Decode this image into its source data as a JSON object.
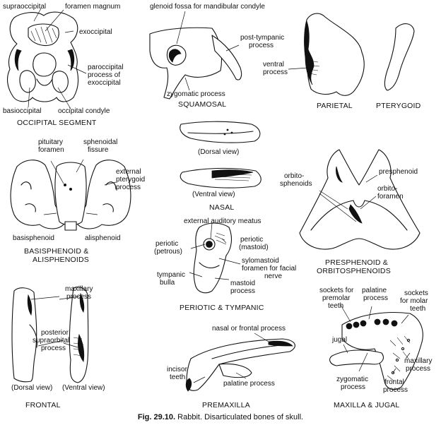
{
  "figure": {
    "caption_number": "Fig. 29.10.",
    "caption_text": "Rabbit. Disarticulated bones of skull."
  },
  "panels": {
    "occipital": {
      "title": "OCCIPITAL SEGMENT",
      "labels": {
        "supraoccipital": "supraoccipital",
        "foramen_magnum": "foramen magnum",
        "exoccipital": "exoccipital",
        "paroccipital_1": "paroccipital",
        "paroccipital_2": "process of",
        "paroccipital_3": "exoccipital",
        "basioccipital": "basioccipital",
        "occipital_condyle": "occipital condyle"
      }
    },
    "squamosal": {
      "title": "SQUAMOSAL",
      "labels": {
        "glenoid": "glenoid fossa for mandibular condyle",
        "post_tympanic_1": "post-tympanic",
        "post_tympanic_2": "process",
        "zygomatic": "zygomatic process"
      }
    },
    "parietal": {
      "title": "PARIETAL",
      "labels": {
        "ventral_1": "ventral",
        "ventral_2": "process"
      }
    },
    "pterygoid": {
      "title": "PTERYGOID"
    },
    "nasal": {
      "title": "NASAL",
      "labels": {
        "dorsal_view": "(Dorsal view)",
        "ventral_view": "(Ventral view)"
      }
    },
    "basisphenoid": {
      "title_1": "BASISPHENOID &",
      "title_2": "ALISPHENOIDS",
      "labels": {
        "pituitary_1": "pituitary",
        "pituitary_2": "foramen",
        "sphenoidal_1": "sphenoidal",
        "sphenoidal_2": "fissure",
        "ext_pterygoid_1": "external",
        "ext_pterygoid_2": "pterygoid",
        "ext_pterygoid_3": "process",
        "basisphenoid": "basisphenoid",
        "alisphenoid": "alisphenoid"
      }
    },
    "presphenoid": {
      "title_1": "PRESPHENOID &",
      "title_2": "ORBITOSPHENOIDS",
      "labels": {
        "orbito_1": "orbito-",
        "orbito_2": "sphenoids",
        "presphenoid": "presphenoid",
        "orbitoforamen_1": "orbito-",
        "orbitoforamen_2": "foramen"
      }
    },
    "periotic": {
      "title": "PERIOTIC & TYMPANIC",
      "labels": {
        "ext_auditory": "external auditory meatus",
        "petrous_1": "periotic",
        "petrous_2": "(petrous)",
        "mastoid_1": "periotic",
        "mastoid_2": "(mastoid)",
        "stylomastoid_1": "sylomastoid",
        "stylomastoid_2": "foramen for facial",
        "stylomastoid_3": "nerve",
        "tympanic_1": "tympanic",
        "tympanic_2": "bulla",
        "mastoid_process_1": "mastoid",
        "mastoid_process_2": "process"
      }
    },
    "frontal": {
      "title": "FRONTAL",
      "labels": {
        "maxillary_1": "maxillary",
        "maxillary_2": "process",
        "posterior_1": "posterior",
        "posterior_2": "supraorbital",
        "posterior_3": "process",
        "dorsal_view": "(Dorsal view)",
        "ventral_view": "(Ventral view)"
      }
    },
    "premaxilla": {
      "title": "PREMAXILLA",
      "labels": {
        "nasal_frontal": "nasal or frontal process",
        "incisor_1": "incisor",
        "incisor_2": "teeth",
        "palatine": "palatine process"
      }
    },
    "maxilla": {
      "title": "MAXILLA & JUGAL",
      "labels": {
        "premolar_1": "sockets for",
        "premolar_2": "premolar",
        "premolar_3": "teeth",
        "palatine_1": "palatine",
        "palatine_2": "process",
        "molar_1": "sockets",
        "molar_2": "for molar",
        "molar_3": "teeth",
        "jugal": "jugal",
        "zygomatic_1": "zygomatic",
        "zygomatic_2": "process",
        "maxillary_1": "maxillary",
        "maxillary_2": "process",
        "frontal_1": "frontal",
        "frontal_2": "process"
      }
    }
  }
}
